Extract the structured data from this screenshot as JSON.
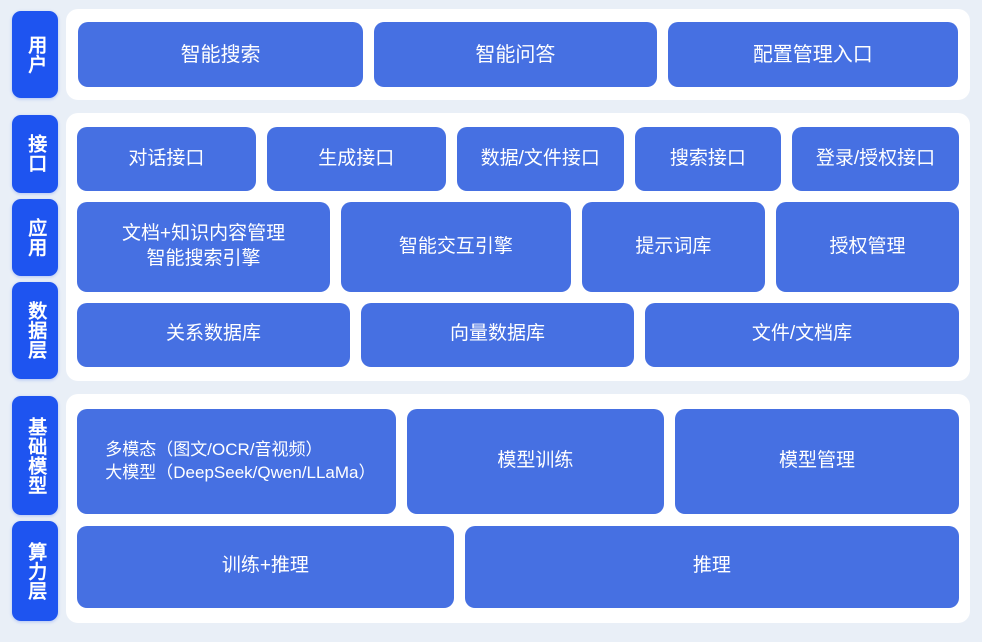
{
  "colors": {
    "page_background": "#e9eff7",
    "panel_background": "#ffffff",
    "tab_blue": "#1e54f0",
    "card_blue": "#4670e2",
    "card_text": "#ffffff"
  },
  "bands": [
    {
      "name": "user-band",
      "tabs": [
        {
          "label": "用户"
        }
      ],
      "rows": [
        {
          "name": "user-entry-row",
          "cards": [
            {
              "label": "智能搜索"
            },
            {
              "label": "智能问答"
            },
            {
              "label": "配置管理入口"
            }
          ]
        }
      ]
    },
    {
      "name": "middle-band",
      "tabs": [
        {
          "label": "接口"
        },
        {
          "label": "应用"
        },
        {
          "label": "数据层"
        }
      ],
      "rows": [
        {
          "name": "interface-row",
          "cards": [
            {
              "label": "对话接口"
            },
            {
              "label": "生成接口"
            },
            {
              "label": "数据/文件接口"
            },
            {
              "label": "搜索接口"
            },
            {
              "label": "登录/授权接口"
            }
          ]
        },
        {
          "name": "application-row",
          "cards": [
            {
              "label": "文档+知识内容管理\n智能搜索引擎"
            },
            {
              "label": "智能交互引擎"
            },
            {
              "label": "提示词库"
            },
            {
              "label": "授权管理"
            }
          ]
        },
        {
          "name": "data-row",
          "cards": [
            {
              "label": "关系数据库"
            },
            {
              "label": "向量数据库"
            },
            {
              "label": "文件/文档库"
            }
          ]
        }
      ]
    },
    {
      "name": "base-band",
      "tabs": [
        {
          "label": "基础模型"
        },
        {
          "label": "算力层"
        }
      ],
      "rows": [
        {
          "name": "model-row",
          "cards": [
            {
              "label": "多模态（图文/OCR/音视频）\n大模型（DeepSeek/Qwen/LLaMa）"
            },
            {
              "label": "模型训练"
            },
            {
              "label": "模型管理"
            }
          ]
        },
        {
          "name": "compute-row",
          "cards": [
            {
              "label": "训练+推理"
            },
            {
              "label": "推理"
            }
          ]
        }
      ]
    }
  ]
}
